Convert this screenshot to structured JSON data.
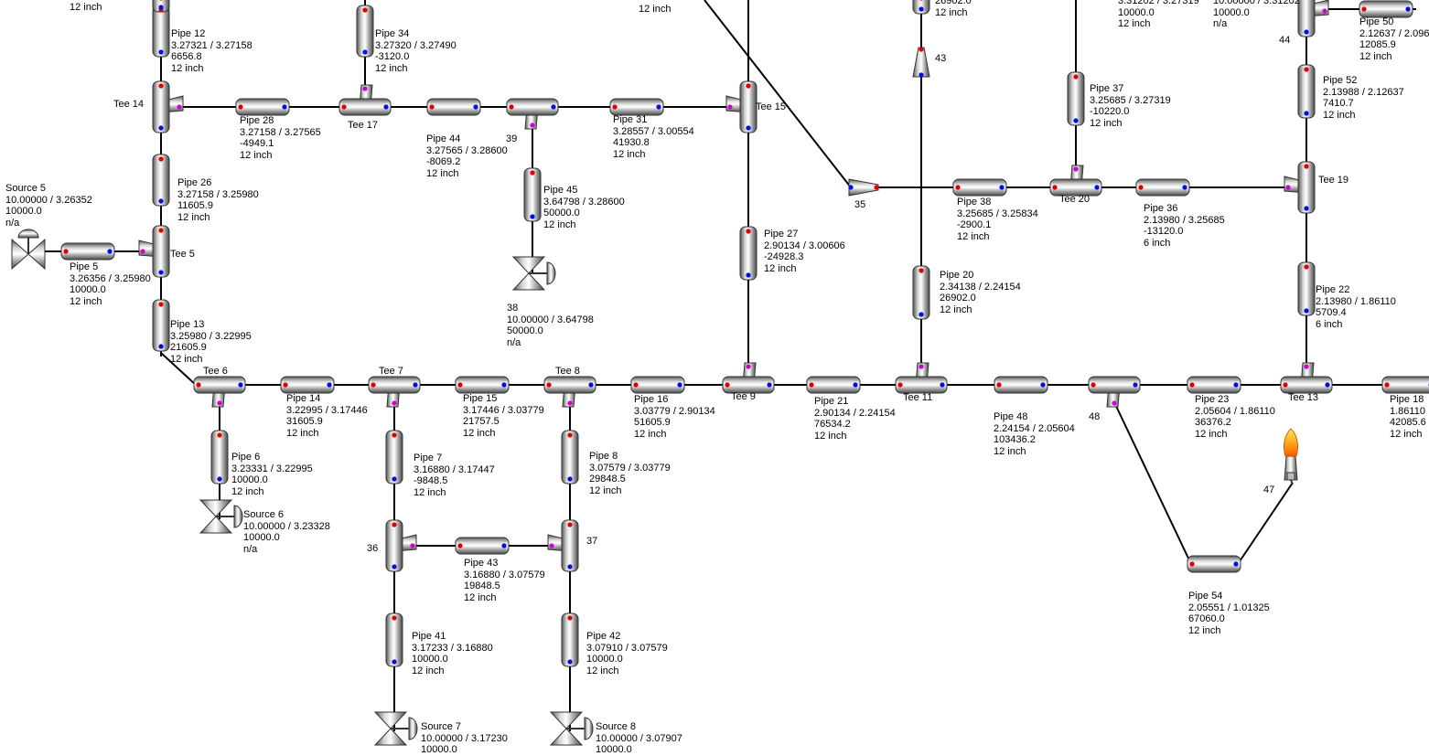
{
  "labels": [
    {
      "id": "pipe12",
      "lines": [
        "Pipe 12",
        "3.27321 / 3.27158",
        "6656.8",
        "12 inch"
      ]
    },
    {
      "id": "pipe34",
      "lines": [
        "Pipe 34",
        "3.27320 / 3.27490",
        "-3120.0",
        "12 inch"
      ]
    },
    {
      "id": "pipe28",
      "lines": [
        "Pipe 28",
        "3.27158 / 3.27565",
        "-4949.1",
        "12 inch"
      ]
    },
    {
      "id": "pipe44",
      "lines": [
        "Pipe 44",
        "3.27565 / 3.28600",
        "-8069.2",
        "12 inch"
      ]
    },
    {
      "id": "pipe31",
      "lines": [
        "Pipe 31",
        "3.28557 / 3.00554",
        "41930.8",
        "12 inch"
      ]
    },
    {
      "id": "pipe45",
      "lines": [
        "Pipe 45",
        "3.64798 / 3.28600",
        "50000.0",
        "12 inch"
      ]
    },
    {
      "id": "pipe26",
      "lines": [
        "Pipe 26",
        "3.27158 / 3.25980",
        "11605.9",
        "12 inch"
      ]
    },
    {
      "id": "source5",
      "lines": [
        "Source 5",
        "10.00000 / 3.26352",
        "10000.0",
        "n/a"
      ]
    },
    {
      "id": "pipe5",
      "lines": [
        "Pipe 5",
        "3.26356 / 3.25980",
        "10000.0",
        "12 inch"
      ]
    },
    {
      "id": "pipe13",
      "lines": [
        "Pipe 13",
        "3.25980 / 3.22995",
        "21605.9",
        "12 inch"
      ]
    },
    {
      "id": "node38",
      "lines": [
        "38",
        "10.00000 / 3.64798",
        "50000.0",
        "n/a"
      ]
    },
    {
      "id": "pipe27",
      "lines": [
        "Pipe 27",
        "2.90134 / 3.00606",
        "-24928.3",
        "12 inch"
      ]
    },
    {
      "id": "pipe38",
      "lines": [
        "Pipe 38",
        "3.25685 / 3.25834",
        "-2900.1",
        "12 inch"
      ]
    },
    {
      "id": "pipe37",
      "lines": [
        "Pipe 37",
        "3.25685 / 3.27319",
        "-10220.0",
        "12 inch"
      ]
    },
    {
      "id": "pipe36",
      "lines": [
        "Pipe 36",
        "2.13980 / 3.25685",
        "-13120.0",
        "6 inch"
      ]
    },
    {
      "id": "pipe52",
      "lines": [
        "Pipe 52",
        "2.13988 / 2.12637",
        "7410.7",
        "12 inch"
      ]
    },
    {
      "id": "pipe50",
      "lines": [
        "Pipe 50",
        "2.12637 / 2.096",
        "12085.9",
        "12 inch"
      ]
    },
    {
      "id": "pipe20",
      "lines": [
        "Pipe 20",
        "2.34138 / 2.24154",
        "26902.0",
        "12 inch"
      ]
    },
    {
      "id": "pipe22",
      "lines": [
        "Pipe 22",
        "2.13980 / 1.86110",
        "5709.4",
        "6 inch"
      ]
    },
    {
      "id": "pipe14",
      "lines": [
        "Pipe 14",
        "3.22995 / 3.17446",
        "31605.9",
        "12 inch"
      ]
    },
    {
      "id": "pipe15",
      "lines": [
        "Pipe 15",
        "3.17446 / 3.03779",
        "21757.5",
        "12 inch"
      ]
    },
    {
      "id": "pipe16",
      "lines": [
        "Pipe 16",
        "3.03779 / 2.90134",
        "51605.9",
        "12 inch"
      ]
    },
    {
      "id": "pipe21",
      "lines": [
        "Pipe 21",
        "2.90134 / 2.24154",
        "76534.2",
        "12 inch"
      ]
    },
    {
      "id": "pipe48",
      "lines": [
        "Pipe 48",
        "2.24154 / 2.05604",
        "103436.2",
        "12 inch"
      ]
    },
    {
      "id": "pipe23",
      "lines": [
        "Pipe 23",
        "2.05604 / 1.86110",
        "36376.2",
        "12 inch"
      ]
    },
    {
      "id": "pipe18",
      "lines": [
        "Pipe 18",
        "1.86110",
        "42085.6",
        "12 inch"
      ]
    },
    {
      "id": "pipe6",
      "lines": [
        "Pipe 6",
        "3.23331 / 3.22995",
        "10000.0",
        "12 inch"
      ]
    },
    {
      "id": "source6",
      "lines": [
        "Source 6",
        "10.00000 / 3.23328",
        "10000.0",
        "n/a"
      ]
    },
    {
      "id": "pipe7",
      "lines": [
        "Pipe 7",
        "3.16880 / 3.17447",
        "-9848.5",
        "12 inch"
      ]
    },
    {
      "id": "pipe8",
      "lines": [
        "Pipe 8",
        "3.07579 / 3.03779",
        "29848.5",
        "12 inch"
      ]
    },
    {
      "id": "pipe43",
      "lines": [
        "Pipe 43",
        "3.16880 / 3.07579",
        "19848.5",
        "12 inch"
      ]
    },
    {
      "id": "pipe41",
      "lines": [
        "Pipe 41",
        "3.17233 / 3.16880",
        "10000.0",
        "12 inch"
      ]
    },
    {
      "id": "pipe42",
      "lines": [
        "Pipe 42",
        "3.07910 / 3.07579",
        "10000.0",
        "12 inch"
      ]
    },
    {
      "id": "pipe54",
      "lines": [
        "Pipe 54",
        "2.05551 / 1.01325",
        "67060.0",
        "12 inch"
      ]
    },
    {
      "id": "source7",
      "lines": [
        "Source 7",
        "10.00000 / 3.17230",
        "10000.0"
      ]
    },
    {
      "id": "source8",
      "lines": [
        "Source 8",
        "10.00000 / 3.07907",
        "10000.0"
      ]
    },
    {
      "id": "top_a",
      "lines": [
        "12 inch"
      ]
    },
    {
      "id": "top_b",
      "lines": [
        "12 inch"
      ]
    },
    {
      "id": "top_c",
      "lines": [
        "26902.0",
        "12 inch"
      ]
    },
    {
      "id": "top_d",
      "lines": [
        "3.31202 / 3.27319",
        "10000.0",
        "12 inch"
      ]
    },
    {
      "id": "top_e",
      "lines": [
        "10.00000 / 3.31202",
        "10000.0",
        "n/a"
      ]
    }
  ],
  "nodes": [
    {
      "id": "tee14",
      "name": "Tee 14"
    },
    {
      "id": "tee17",
      "name": "Tee 17"
    },
    {
      "id": "n39",
      "name": "39"
    },
    {
      "id": "tee15",
      "name": "Tee 15"
    },
    {
      "id": "tee5",
      "name": "Tee 5"
    },
    {
      "id": "n35",
      "name": "35"
    },
    {
      "id": "tee20",
      "name": "Tee 20"
    },
    {
      "id": "tee19",
      "name": "Tee 19"
    },
    {
      "id": "n43",
      "name": "43"
    },
    {
      "id": "n44",
      "name": "44"
    },
    {
      "id": "tee6",
      "name": "Tee 6"
    },
    {
      "id": "tee7",
      "name": "Tee 7"
    },
    {
      "id": "tee8",
      "name": "Tee 8"
    },
    {
      "id": "tee9",
      "name": "Tee 9"
    },
    {
      "id": "tee11",
      "name": "Tee 11"
    },
    {
      "id": "n48",
      "name": "48"
    },
    {
      "id": "tee13",
      "name": "Tee 13"
    },
    {
      "id": "n36",
      "name": "36"
    },
    {
      "id": "n37",
      "name": "37"
    },
    {
      "id": "n47",
      "name": "47"
    }
  ]
}
